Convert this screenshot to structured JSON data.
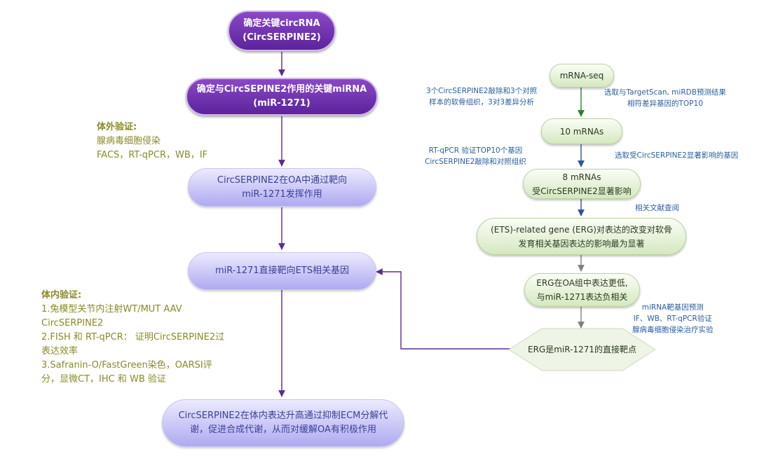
{
  "left_flow": {
    "step1": {
      "line1": "确定关键circRNA",
      "line2": "(CircSERPINE2)"
    },
    "step2": {
      "line1": "确定与CircSEPINE2作用的关键miRNA",
      "line2": "(miR-1271)"
    },
    "step3": {
      "line1": "CircSERPINE2在OA中通过靶向",
      "line2": "miR-1271发挥作用"
    },
    "step4": {
      "line1": "miR-1271直接靶向ETS相关基因"
    },
    "step5": {
      "line1": "CircSERPINE2在体内表达升高通过抑制ECM分解代",
      "line2": "谢，促进合成代谢，从而对缓解OA有积极作用"
    }
  },
  "in_vitro": {
    "title": "体外验证:",
    "line1": "腺病毒细胞侵染",
    "line2": "FACS，RT-qPCR，WB，IF"
  },
  "in_vivo": {
    "title": "体内验证:",
    "lines": [
      "1.兔模型关节内注射WT/MUT AAV",
      "CircSERPINE2",
      "2.FISH 和 RT-qPCR： 证明CircSERPINE2过",
      "表达效率",
      "3.Safranin-O/FastGreen染色，OARSI评",
      "分，显微CT，IHC 和 WB 验证"
    ]
  },
  "right_flow": {
    "mrna_seq": "mRNA-seq",
    "ten_mrnas": "10 mRNAs",
    "eight_mrnas": {
      "line1": "8 mRNAs",
      "line2": "受CircSERPINE2显著影响"
    },
    "erg_related": {
      "line1": "(ETS)-related gene (ERG)对表达的改变对软骨",
      "line2": "发育相关基因表达的影响最为显著"
    },
    "erg_low": {
      "line1": "ERG在OA组中表达更低,",
      "line2": "与miR-1271表达负相关"
    },
    "erg_target": "ERG是miR-1271的直接靶点"
  },
  "annotations": {
    "seq_left": {
      "line1": "3个CircSERPINE2敲除和3个对照",
      "line2": "样本的软骨组织，3对3差异分析"
    },
    "seq_right": {
      "line1": "选取与TargetScan, miRDB预测结果",
      "line2": "相符差异基因的TOP10"
    },
    "qpcr_left": {
      "line1": "RT-qPCR 验证TOP10个基因",
      "line2": "CircSERPINE2敲除和对照组织"
    },
    "qpcr_right": "选取受CircSERPINE2显著影响的基因",
    "literature": "相关文献查阅",
    "validation": {
      "line1": "miRNA靶基因预测",
      "line2": "IF、WB、RT-qPCR验证",
      "line3": "腺病毒细胞侵染治疗实验"
    }
  },
  "colors": {
    "purple_arrow": "#5b2d8e",
    "blue_arrow": "#2f5496",
    "green_arrow": "#2e7d32",
    "gray_arrow": "#7f7f7f",
    "purple_node": "#6a2fb0",
    "lavender_node": "#b9b5f5",
    "green_node": "#dcebc9",
    "olive_text": "#8a8a28",
    "blue_text": "#2a5ea0"
  }
}
